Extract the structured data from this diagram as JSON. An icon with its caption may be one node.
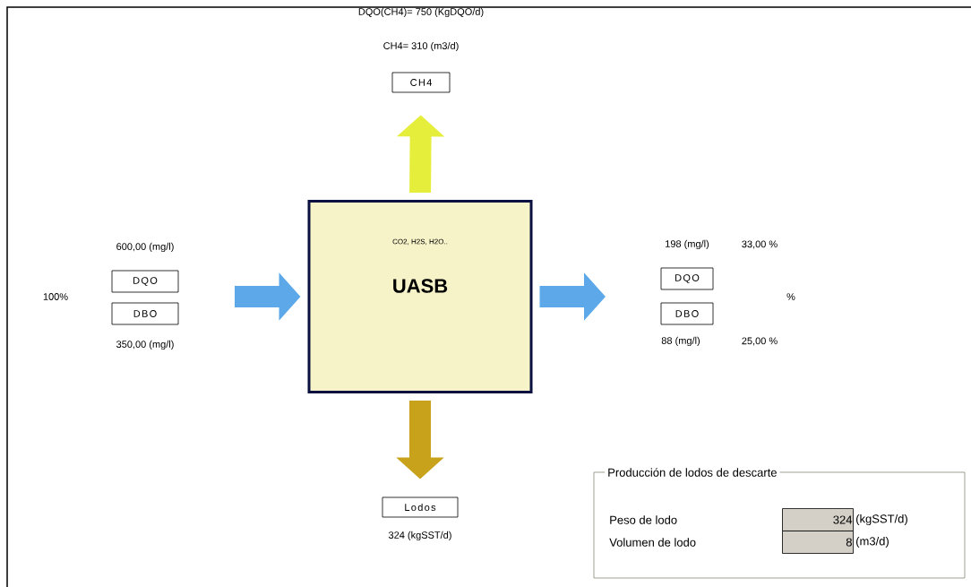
{
  "diagram": {
    "nodes": [
      {
        "text": [
          "CO2, H2S, H2O..",
          "UASB"
        ]
      },
      {
        "text": [
          "CH4"
        ],
        "beside": [
          "DQO(CH4)= 750 (KgDQO/d)",
          "CH4= 310 (m3/d)"
        ]
      },
      {
        "text": [
          "DQO"
        ],
        "beside": [
          "600,00 (mg/l)"
        ]
      },
      {
        "text": [
          "DBO"
        ],
        "beside": [
          "350,00 (mg/l)"
        ]
      },
      {
        "text": [
          "DQO"
        ],
        "beside": [
          "198 (mg/l)"
        ]
      },
      {
        "text": [
          "DBO"
        ],
        "beside": [
          "88 (mg/l)"
        ]
      },
      {
        "text": [
          "Lodos"
        ],
        "beside": [
          "324 (kgSST/d)"
        ]
      },
      {
        "text": [
          "Producción de lodos de descarte"
        ]
      },
      {
        "text": [
          "324"
        ],
        "in": 7,
        "beside": [
          "(kgSST/d)"
        ]
      },
      {
        "text": [
          "8"
        ],
        "in": 7,
        "beside": [
          "(m3/d)"
        ]
      }
    ],
    "edges": [
      {
        "from": 0,
        "to": 1,
        "arrow": "to",
        "color": "#e6ee3c"
      },
      {
        "from": null,
        "to": 0,
        "arrow": "to",
        "color": "#5ca8e8"
      },
      {
        "from": 0,
        "to": null,
        "arrow": "to",
        "color": "#5ca8e8"
      },
      {
        "from": 0,
        "to": 6,
        "arrow": "to",
        "color": "#c9a21c"
      }
    ],
    "labels": [
      "100%",
      "33,00 %",
      "%",
      "25,00 %",
      "Peso de lodo",
      "Volumen de lodo"
    ]
  }
}
